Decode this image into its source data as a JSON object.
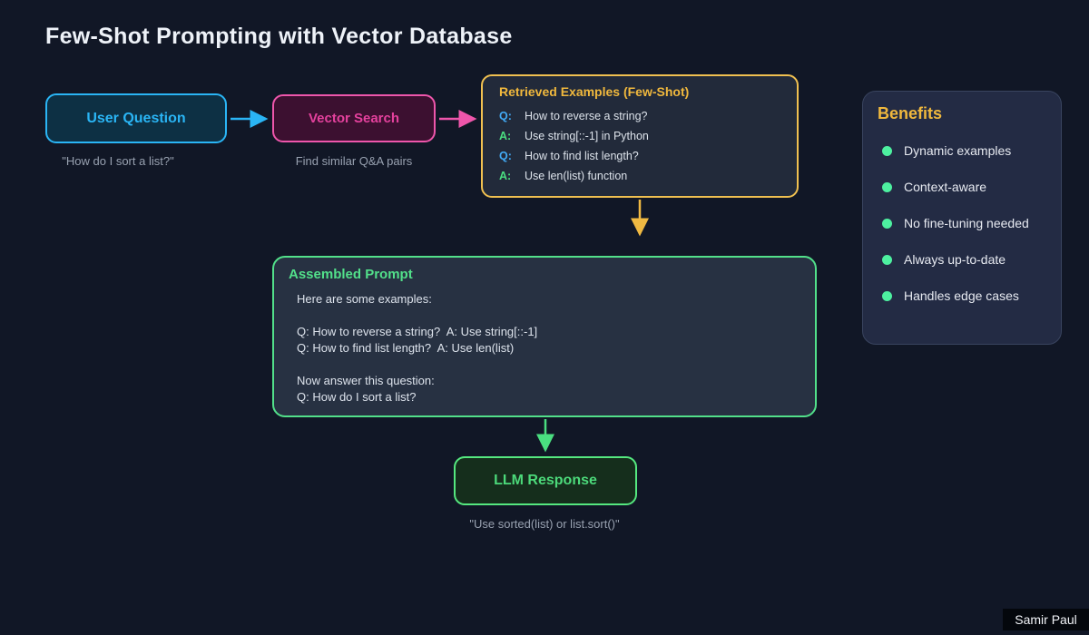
{
  "title": "Few-Shot Prompting with Vector Database",
  "nodes": {
    "user_question": {
      "label": "User Question",
      "caption": "\"How do I sort a list?\""
    },
    "vector_search": {
      "label": "Vector Search",
      "caption": "Find similar Q&A pairs"
    },
    "retrieved_examples": {
      "title": "Retrieved Examples (Few-Shot)",
      "lines": [
        {
          "tag": "Q:",
          "text": "How to reverse a string?"
        },
        {
          "tag": "A:",
          "text": "Use string[::-1] in Python"
        },
        {
          "tag": "Q:",
          "text": "How to find list length?"
        },
        {
          "tag": "A:",
          "text": "Use len(list) function"
        }
      ]
    },
    "assembled_prompt": {
      "title": "Assembled Prompt",
      "body": "Here are some examples:\n\nQ: How to reverse a string?  A: Use string[::-1]\nQ: How to find list length?  A: Use len(list)\n\nNow answer this question:\nQ: How do I sort a list?"
    },
    "llm_response": {
      "label": "LLM Response",
      "caption": "\"Use sorted(list) or list.sort()\""
    }
  },
  "benefits": {
    "title": "Benefits",
    "items": [
      "Dynamic examples",
      "Context-aware",
      "No fine-tuning needed",
      "Always up-to-date",
      "Handles edge cases"
    ]
  },
  "signature": "Samir Paul",
  "colors": {
    "background": "#111726",
    "cyan_accent": "#2ab5f5",
    "pink_accent": "#ee56ab",
    "amber_accent": "#f0b83d",
    "green_accent": "#52e08a",
    "mint_dot": "#4df0a0"
  }
}
